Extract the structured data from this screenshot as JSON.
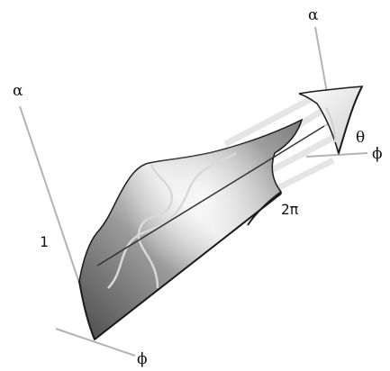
{
  "labels": {
    "alpha_left": "α",
    "alpha_top": "α",
    "theta": "θ",
    "phi_right": "ϕ",
    "phi_bottom": "ϕ",
    "one": "1",
    "two_pi": "2π"
  },
  "colors": {
    "axis": "#b3b3b3",
    "outline": "#1a1a1a",
    "surface_light": "#f2f2f2",
    "surface_mid": "#bdbdbd",
    "surface_dark": "#5a5a5a",
    "curve": "#d9d9d9",
    "projection": "#e6e6e6"
  }
}
